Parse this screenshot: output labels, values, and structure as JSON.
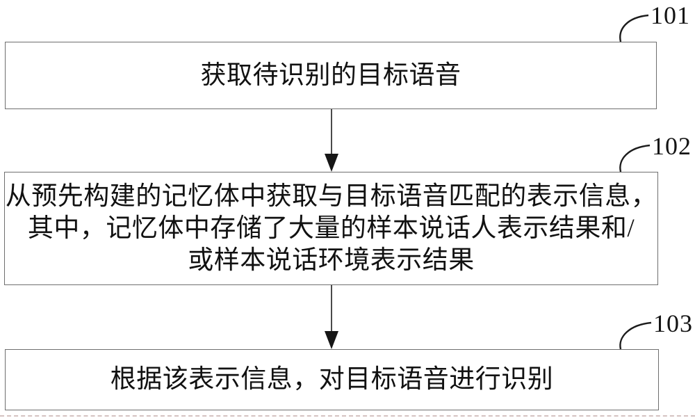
{
  "figure": {
    "background": "#ffffff",
    "border_color": "#6e6e6e",
    "arrow_color": "#161616",
    "text_color": "#111111",
    "steps": [
      {
        "ref": "101",
        "lines": [
          "获取待识别的目标语音"
        ]
      },
      {
        "ref": "102",
        "lines": [
          "从预先构建的记忆体中获取与目标语音匹配的表示信息，",
          "其中，记忆体中存储了大量的样本说话人表示结果和/",
          "或样本说话环境表示结果"
        ]
      },
      {
        "ref": "103",
        "lines": [
          "根据该表示信息，对目标语音进行识别"
        ]
      }
    ]
  }
}
